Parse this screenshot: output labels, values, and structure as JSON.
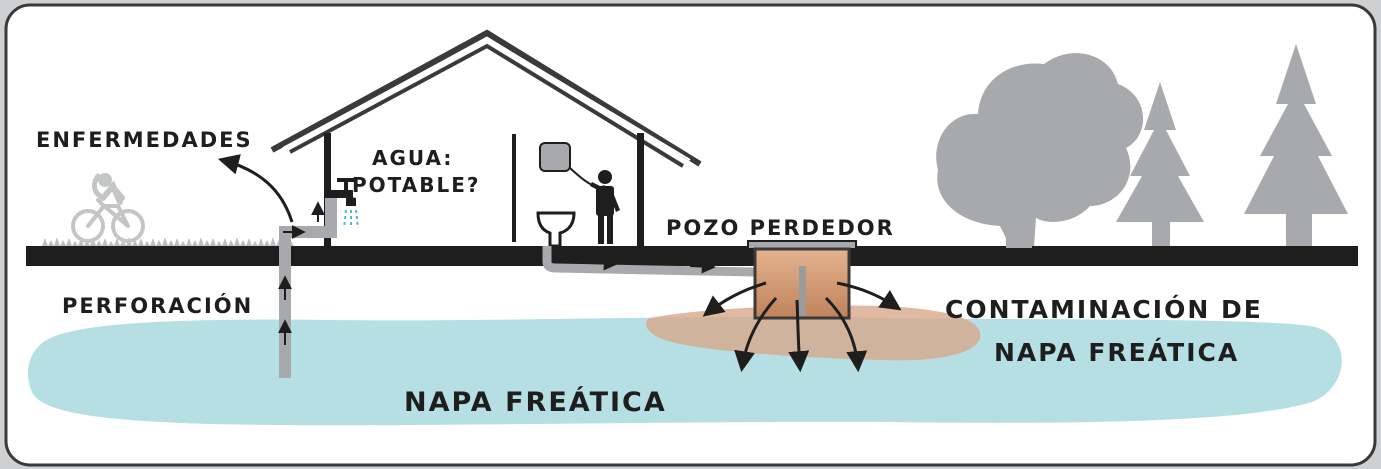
{
  "labels": {
    "enfermedades": "ENFERMEDADES",
    "agua_line1": "AGUA:",
    "agua_line2": "POTABLE?",
    "pozo_perdedor": "POZO PERDEDOR",
    "perforacion": "PERFORACIÓN",
    "contaminacion_line1": "CONTAMINACIÓN DE",
    "contaminacion_line2": "NAPA FREÁTICA",
    "napa_freatica": "NAPA FREÁTICA"
  },
  "colors": {
    "frame_bg": "#ffffff",
    "outer_bg": "#cfd0d2",
    "ground": "#1e1e1e",
    "groundwater": "#b6dfe3",
    "contamination_plume": "#d7a88a",
    "cesspit_fill": "#c98b5e",
    "pipe": "#a7a9ac",
    "trees": "#a7a9ac",
    "cyclist": "#c4c5c7",
    "water_drops": "#4db8e0"
  },
  "icons": [
    "cyclist-icon",
    "faucet-icon",
    "toilet-icon",
    "person-icon",
    "tree-icon",
    "pine-tree-icon"
  ]
}
